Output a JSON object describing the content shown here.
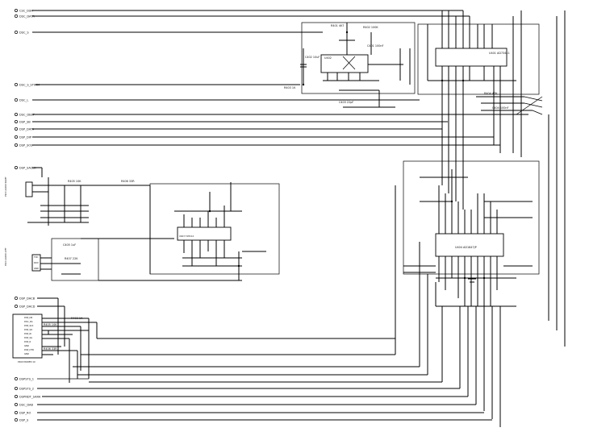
{
  "nets_left": [
    "CSC_DSM",
    "DSC_DATR",
    "DSC_S",
    "DSC_S_STIMM",
    "DSC_L",
    "DSC_DEEP",
    "DSP_SB",
    "DSP_DATA",
    "DSP_DIP",
    "DSP_SOS",
    "DSP_SACLK"
  ],
  "nets_bottom": [
    "DSP_DACB",
    "DSP_DACD",
    "DSPSTS_1",
    "DSPSTS_2",
    "DSPNDT_SARA",
    "DSC_DAB",
    "DSP_RO",
    "DSP_S"
  ],
  "connector_pins": [
    "DSP_DR",
    "DSC_DA",
    "DSP_SLK",
    "DSP_SO",
    "DSP_RI",
    "DSP_SG",
    "DSP_R",
    "GND",
    "DSP_DTR",
    "GND"
  ],
  "connector_label": "P400 MODEM 10",
  "left_connectors": [
    "P900 AUDIO RIGHT",
    "P900 AUDIO LEFT"
  ],
  "mic_labels": [
    "TXD",
    "RXD",
    "GND"
  ],
  "chip_labels": {
    "u_top_mid": "U402",
    "u_top_right": "U401 AD73411",
    "u_mid": "U403 74HC14",
    "u_bot_right": "U404 AD1847JP"
  },
  "part_labels": [
    "R401 4K7",
    "R402 100K",
    "C401 100nF",
    "C402 10uF",
    "R403 1K",
    "C403 22pF",
    "R404 47K",
    "C404 100nF",
    "R405 10K",
    "R406 33R",
    "C405 1uF",
    "R407 22K"
  ]
}
